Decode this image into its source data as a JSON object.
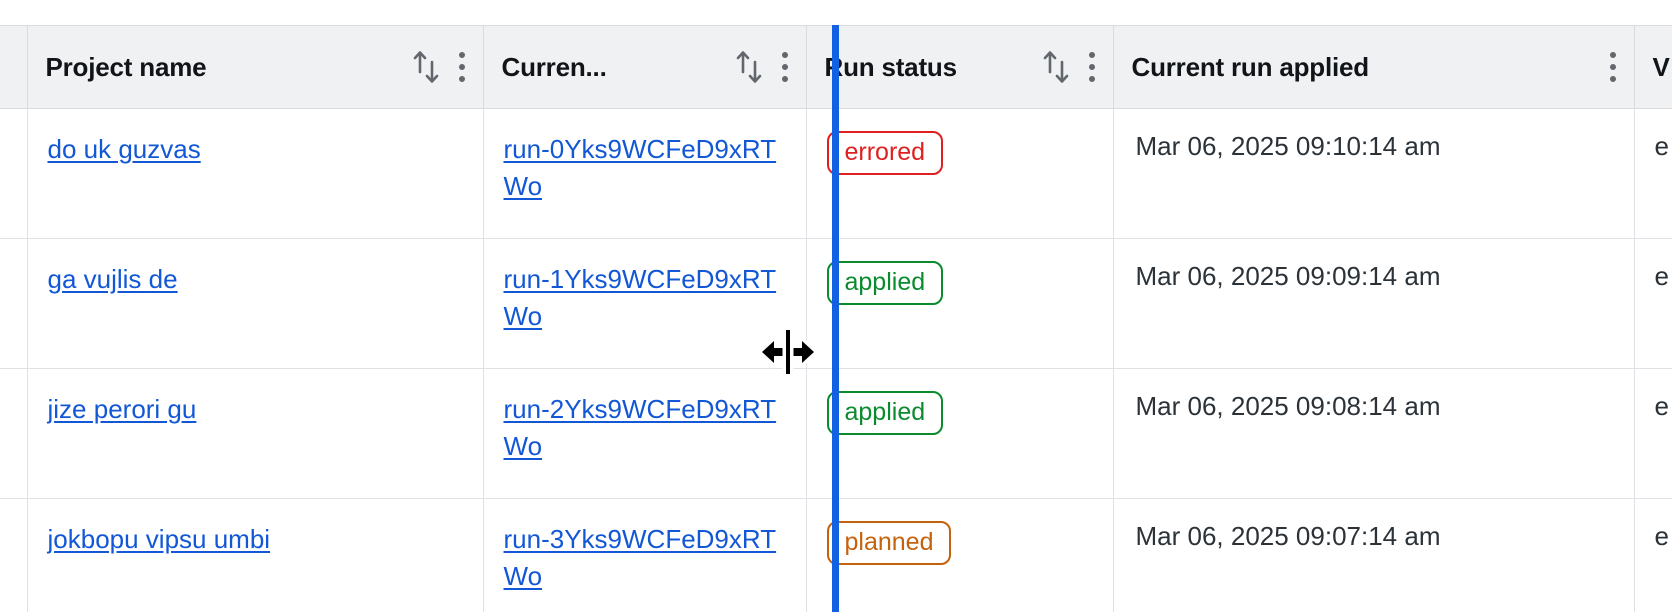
{
  "table": {
    "columns": [
      {
        "id": "select",
        "label": "",
        "truncated": false,
        "sortable": false,
        "menu": false
      },
      {
        "id": "project",
        "label": "Project name",
        "truncated": false,
        "sortable": true,
        "menu": true
      },
      {
        "id": "run",
        "label": "Curren...",
        "truncated": true,
        "sortable": true,
        "menu": true
      },
      {
        "id": "status",
        "label": "Run status",
        "truncated": false,
        "sortable": true,
        "menu": true
      },
      {
        "id": "applied",
        "label": "Current run applied",
        "truncated": false,
        "sortable": false,
        "menu": true
      },
      {
        "id": "vcs",
        "label": "V",
        "truncated": true,
        "sortable": false,
        "menu": false
      }
    ],
    "rows": [
      {
        "project": "do uk guzvas",
        "run_id": "run-0Yks9WCFeD9xRTWo",
        "status": "errored",
        "status_color": "#e02020",
        "current_run_applied": "Mar 06, 2025 09:10:14 am",
        "vcs": "e"
      },
      {
        "project": "ga vujlis de",
        "run_id": "run-1Yks9WCFeD9xRTWo",
        "status": "applied",
        "status_color": "#0b8a2e",
        "current_run_applied": "Mar 06, 2025 09:09:14 am",
        "vcs": "e"
      },
      {
        "project": "jize perori gu",
        "run_id": "run-2Yks9WCFeD9xRTWo",
        "status": "applied",
        "status_color": "#0b8a2e",
        "current_run_applied": "Mar 06, 2025 09:08:14 am",
        "vcs": "e"
      },
      {
        "project": "jokbopu vipsu umbi",
        "run_id": "run-3Yks9WCFeD9xRTWo",
        "status": "planned",
        "status_color": "#c4620d",
        "current_run_applied": "Mar 06, 2025 09:07:14 am",
        "vcs": "e"
      }
    ]
  },
  "interaction": {
    "resize_handle": {
      "active": true,
      "column": "Run status",
      "indicator_color": "#1261e3",
      "cursor": "col-resize"
    }
  },
  "icons": {
    "sort": "sort-ascending-descending-icon",
    "menu": "kebab-menu-icon",
    "cursor": "col-resize-cursor"
  },
  "theme": {
    "link_color": "#1257d6",
    "header_bg": "#f0f1f3",
    "border_color": "#dfe1e6",
    "text_color": "#2b3238"
  }
}
